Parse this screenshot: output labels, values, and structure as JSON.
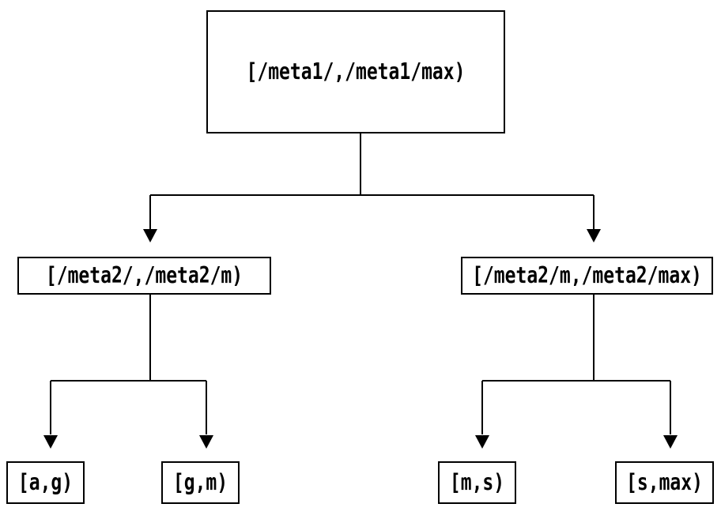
{
  "diagram": {
    "type": "tree",
    "tree": {
      "label": "[/meta1/,/meta1/max)",
      "children": [
        {
          "label": "[/meta2/,/meta2/m)",
          "children": [
            {
              "label": "[a,g)"
            },
            {
              "label": "[g,m)"
            }
          ]
        },
        {
          "label": "[/meta2/m,/meta2/max)",
          "children": [
            {
              "label": "[m,s)"
            },
            {
              "label": "[s,max)"
            }
          ]
        }
      ]
    },
    "colors": {
      "line": "#000000",
      "box_border": "#000000",
      "box_background": "#ffffff",
      "text": "#000000",
      "page_background": "#ffffff"
    }
  }
}
